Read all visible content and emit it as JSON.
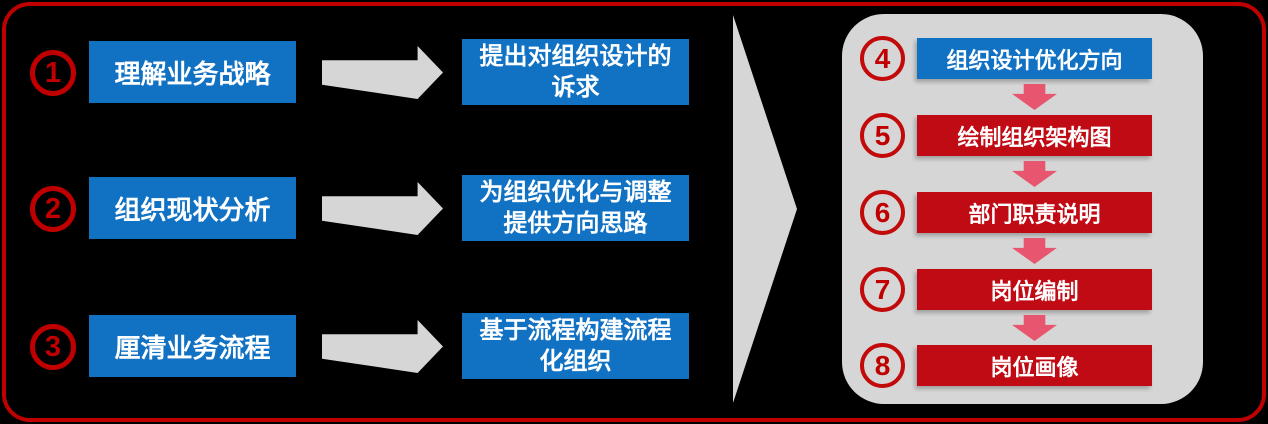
{
  "colors": {
    "background": "#000000",
    "frame_border": "#C00000",
    "blue_box": "#1172C4",
    "red_box": "#C00A14",
    "gray_arrow": "#D6D6D6",
    "panel_background": "#D6D6D6",
    "pink_down_arrow": "#E8556E",
    "circle_stroke": "#C00000",
    "box_text": "#FFFFFF"
  },
  "left_flow": {
    "rows": [
      {
        "num": "1",
        "step_label": "理解业务战略",
        "result_label": "提出对组织设计的诉求"
      },
      {
        "num": "2",
        "step_label": "组织现状分析",
        "result_label": "为组织优化与调整提供方向思路"
      },
      {
        "num": "3",
        "step_label": "厘清业务流程",
        "result_label": "基于流程构建流程化组织"
      }
    ]
  },
  "right_panel": {
    "steps": [
      {
        "num": "4",
        "label": "组织设计优化方向",
        "style": "blue"
      },
      {
        "num": "5",
        "label": "绘制组织架构图",
        "style": "red"
      },
      {
        "num": "6",
        "label": "部门职责说明",
        "style": "red"
      },
      {
        "num": "7",
        "label": "岗位编制",
        "style": "red"
      },
      {
        "num": "8",
        "label": "岗位画像",
        "style": "red"
      }
    ]
  }
}
